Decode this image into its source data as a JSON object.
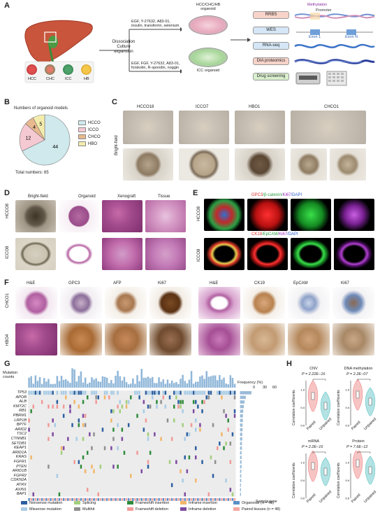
{
  "panelA": {
    "label": "A",
    "cancer_types": [
      "HCC",
      "CHC",
      "ICC",
      "HB"
    ],
    "arrow_top_label1": "Dissociation",
    "arrow_top_label2": "Culture",
    "arrow_top_label3": "expansion",
    "upper_medium": "EGF, Y-27632, A83-01,\ninsulin, transferrin, selenium",
    "lower_medium": "EGF, FGF, Y-27632, A83-01,\nforskolin, R-spondin, noggin",
    "organoid_top": "HCC/CHC/HB\norganoid",
    "organoid_bottom": "ICC organoid",
    "assays": [
      "RRBS",
      "WES",
      "RNA-seq",
      "DIA proteomics",
      "Drug screening"
    ],
    "methylation_label": "Methylation",
    "promoter_label": "Promoter",
    "exon1_label": "Exon 1",
    "exonN_label": "Exon N"
  },
  "panelB": {
    "label": "B",
    "title": "Numbers of organoid models",
    "total": "Total numbers: 65",
    "legend": [
      "HCCO",
      "ICCO",
      "CHCO",
      "HBO"
    ],
    "colors": [
      "#cfe9ec",
      "#f5c9d1",
      "#e8b88e",
      "#f3ecad"
    ]
  },
  "chart_data": {
    "type": "pie",
    "title": "Numbers of organoid models",
    "categories": [
      "HCCO",
      "ICCO",
      "CHCO",
      "HBO"
    ],
    "values": [
      44,
      12,
      4,
      5
    ]
  },
  "panelC": {
    "label": "C",
    "titles": [
      "HCCO18",
      "ICCO7",
      "HBO1",
      "CHCO1"
    ],
    "ylabel": "Bright-field"
  },
  "panelD": {
    "label": "D",
    "cols": [
      "Bright-field",
      "Organoid",
      "Xenograft",
      "Tissue"
    ],
    "rows": [
      "HCCO8",
      "ICCO8"
    ]
  },
  "panelE": {
    "label": "E",
    "row1_title_a": "GPC3",
    "row1_title_b": "/β-catenin/",
    "row1_title_c": "Ki67",
    "row1_title_d": "/DAPI",
    "row2_title_a": "CK19",
    "row2_title_b": "/EpCAM/",
    "row2_title_c": "Ki67",
    "row2_title_d": "/DAPI",
    "rows": [
      "HCCO8",
      "ICCO8"
    ]
  },
  "panelF": {
    "label": "F",
    "left_cols": [
      "H&E",
      "GPC3",
      "AFP",
      "Ki67"
    ],
    "right_cols": [
      "H&E",
      "CK19",
      "EpCAM",
      "Ki67"
    ],
    "rows": [
      "CHCO1",
      "HBO4"
    ]
  },
  "panelG": {
    "label": "G",
    "ylabel": "Mutation\ncounts",
    "freq_label": "Frequency (%)",
    "freq_ticks": [
      "0",
      "30",
      "60"
    ],
    "genes": [
      "TP53",
      "APOB",
      "ALB",
      "KMT2C",
      "RB1",
      "PBRM1",
      "LRP1B",
      "BPTF",
      "ARID2",
      "TSC2",
      "CTNNB1",
      "SETDB1",
      "KEAP1",
      "ARID1A",
      "KRAS",
      "FGFR1",
      "PTEN",
      "ARID1B",
      "FGFR2",
      "CDKN2A",
      "ATRX",
      "AXIN1",
      "BAP1"
    ],
    "sample_type": "Sample type",
    "legend": [
      {
        "label": "Nonsense mutation",
        "color": "#2c5fa0"
      },
      {
        "label": "Splicing",
        "color": "#a3cf7c"
      },
      {
        "label": "Frameshift insertion",
        "color": "#2f8b3b"
      },
      {
        "label": "Inframe insertion",
        "color": "#f2b66a"
      },
      {
        "label": "Organoids (n = 48)",
        "color": "#5b8fc5"
      },
      {
        "label": "Missense mutation",
        "color": "#a9cce6"
      },
      {
        "label": "Multihit",
        "color": "#8f8f8f"
      },
      {
        "label": "Frameshift deletion",
        "color": "#f19a97"
      },
      {
        "label": "Inframe deletion",
        "color": "#7e4aa0"
      },
      {
        "label": "Paired tissues (n = 48)",
        "color": "#f3a6a0"
      }
    ]
  },
  "panelH": {
    "label": "H",
    "plots": [
      {
        "title": "CNV",
        "p": "P = 2.22E−16"
      },
      {
        "title": "DNA methylation",
        "p": "P = 2.2E−07"
      },
      {
        "title": "mRNA",
        "p": "P = 2.2E−16"
      },
      {
        "title": "Protein",
        "p": "P = 7.6E−12"
      }
    ],
    "ylabel": "Correlation coefficients",
    "xlabels": [
      "Paired",
      "Unpaired"
    ],
    "ticks": [
      "0.0",
      "0.2",
      "0.4",
      "0.6",
      "0.8",
      "1.0"
    ],
    "paired_color": "#f08a8a",
    "unpaired_color": "#66c6c8"
  }
}
